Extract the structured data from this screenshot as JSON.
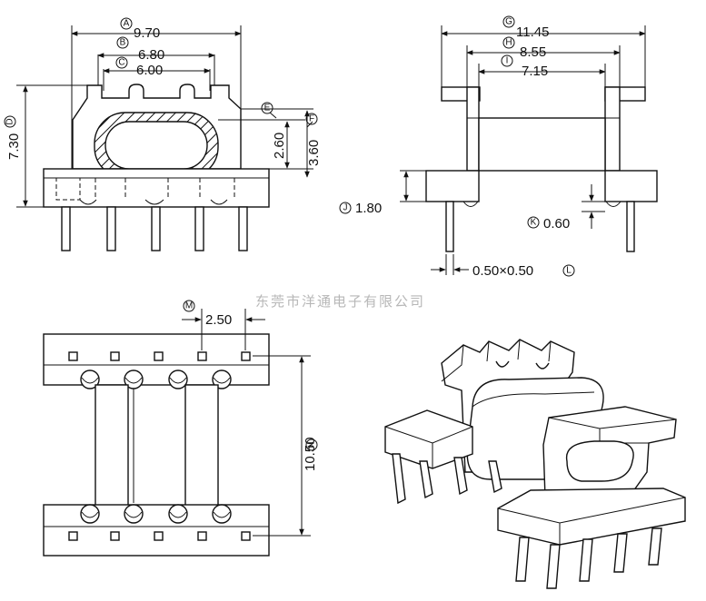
{
  "watermark": "东莞市洋通电子有限公司",
  "front_view": {
    "dims": [
      {
        "letter": "A",
        "value": "9.70"
      },
      {
        "letter": "B",
        "value": "6.80"
      },
      {
        "letter": "C",
        "value": "6.00"
      },
      {
        "letter": "D",
        "value": "7.30"
      },
      {
        "letter": "E",
        "value": "2.60"
      },
      {
        "letter": "F",
        "value": "3.60"
      }
    ]
  },
  "side_view": {
    "dims": [
      {
        "letter": "G",
        "value": "11.45"
      },
      {
        "letter": "H",
        "value": "8.55"
      },
      {
        "letter": "I",
        "value": "7.15"
      },
      {
        "letter": "J",
        "value": "1.80"
      },
      {
        "letter": "K",
        "value": "0.60"
      },
      {
        "letter": "L",
        "value": "0.50×0.50"
      }
    ]
  },
  "bottom_view": {
    "dims": [
      {
        "letter": "M",
        "value": "2.50"
      },
      {
        "letter": "N",
        "value": "10.50"
      }
    ]
  }
}
